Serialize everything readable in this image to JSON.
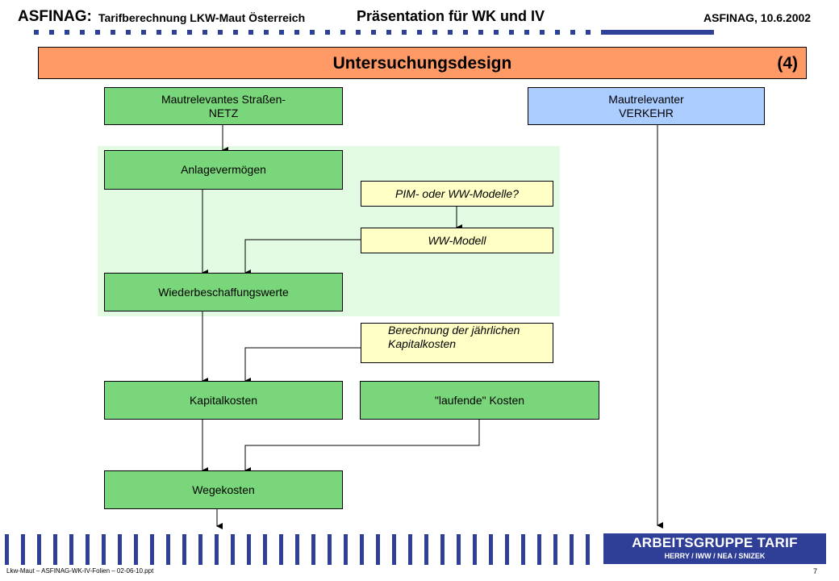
{
  "header": {
    "brand": "ASFINAG:",
    "subtitle": "Tarifberechnung LKW-Maut Österreich",
    "presentation": "Präsentation für WK und IV",
    "date": "ASFINAG, 10.6.2002"
  },
  "title": {
    "text": "Untersuchungsdesign",
    "number": "(4)"
  },
  "boxes": {
    "netz": {
      "line1": "Mautrelevantes Straßen-",
      "line2": "NETZ"
    },
    "verkehr": {
      "line1": "Mautrelevanter",
      "line2": "VERKEHR"
    },
    "anlage": "Anlagevermögen",
    "pim": "PIM- oder WW-Modelle?",
    "ww": "WW-Modell",
    "wieder": "Wiederbeschaffungswerte",
    "berechnung": {
      "line1": "Berechnung der jährlichen",
      "line2": "Kapitalkosten"
    },
    "kapital": "Kapitalkosten",
    "laufende": "\"laufende\" Kosten",
    "wege": "Wegekosten"
  },
  "footer": {
    "group": "ARBEITSGRUPPE TARIF",
    "members": "HERRY / IWW / NEA / SNIZEK",
    "file": "Lkw-Maut – ASFINAG-WK-IV-Folien – 02-06-10.ppt",
    "page": "7"
  },
  "colors": {
    "title_bar": "#ff9966",
    "green_box": "#7ad67a",
    "blue_box": "#aaccff",
    "yellow_box": "#ffffc6",
    "green_area": "#e3fae3",
    "dash_blue": "#2f3f97"
  }
}
